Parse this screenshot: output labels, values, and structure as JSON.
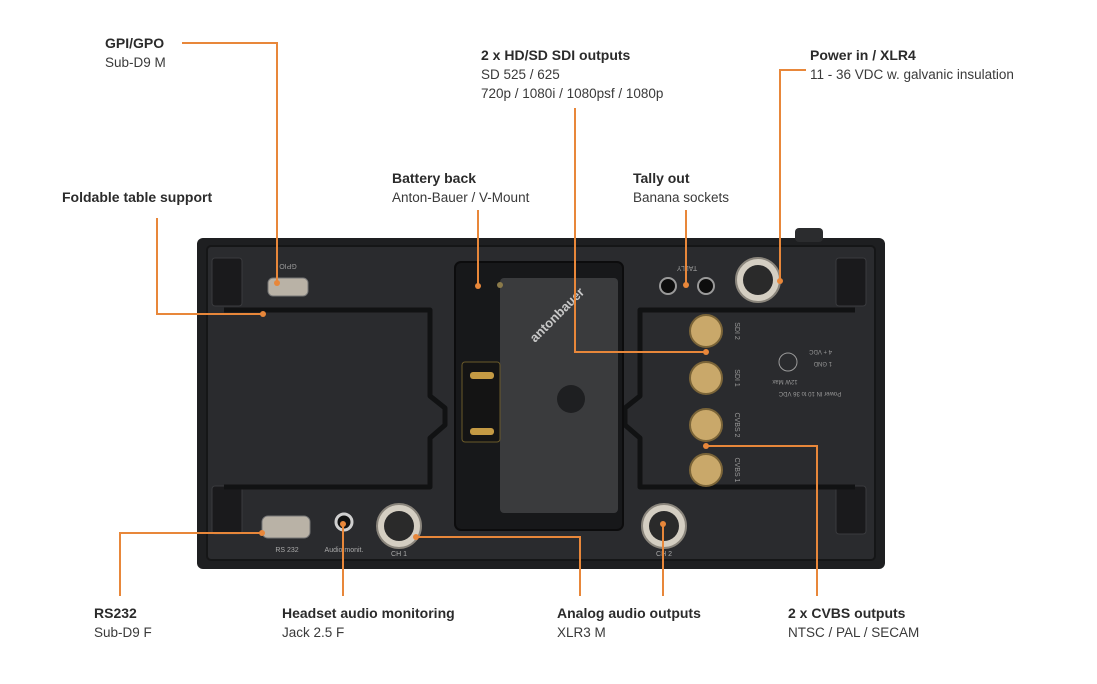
{
  "callouts": {
    "gpi_gpo": {
      "title": "GPI/GPO",
      "lines": [
        "Sub-D9 M"
      ]
    },
    "sdi_outputs": {
      "title": "2 x HD/SD SDI outputs",
      "lines": [
        "SD 525 / 625",
        "720p / 1080i / 1080psf / 1080p"
      ]
    },
    "power_in": {
      "title": "Power in / XLR4",
      "lines": [
        "11 - 36 VDC w. galvanic insulation"
      ]
    },
    "foldable_support": {
      "title": "Foldable table support",
      "lines": []
    },
    "battery_back": {
      "title": "Battery back",
      "lines": [
        "Anton-Bauer / V-Mount"
      ]
    },
    "tally_out": {
      "title": "Tally out",
      "lines": [
        "Banana sockets"
      ]
    },
    "rs232": {
      "title": "RS232",
      "lines": [
        "Sub-D9 F"
      ]
    },
    "headset_audio": {
      "title": "Headset audio monitoring",
      "lines": [
        "Jack 2.5 F"
      ]
    },
    "analog_audio": {
      "title": "Analog audio outputs",
      "lines": [
        "XLR3 M"
      ]
    },
    "cvbs_outputs": {
      "title": "2 x CVBS outputs",
      "lines": [
        "NTSC / PAL / SECAM"
      ]
    }
  },
  "panel_labels": {
    "gpio": "GPIO",
    "rs232": "RS 232",
    "audio_monit": "Audio monit.",
    "ch1": "CH 1",
    "ch2": "CH 2",
    "tally": "TALLY",
    "sdi2": "SDI 2",
    "sdi1": "SDI 1",
    "cvbs2": "CVBS 2",
    "cvbs1": "CVBS 1",
    "battery_brand": "antonbauer",
    "power_spec": "Power IN 10 to 36 VDC",
    "power_watt": "12W Max",
    "power_pin1": "1 GND",
    "power_pin4": "4 + VDC"
  },
  "colors": {
    "leader": "#e8873a",
    "chassis": "#1e1f21",
    "panel": "#2a2b2e",
    "connector": "#b9b2a6"
  }
}
